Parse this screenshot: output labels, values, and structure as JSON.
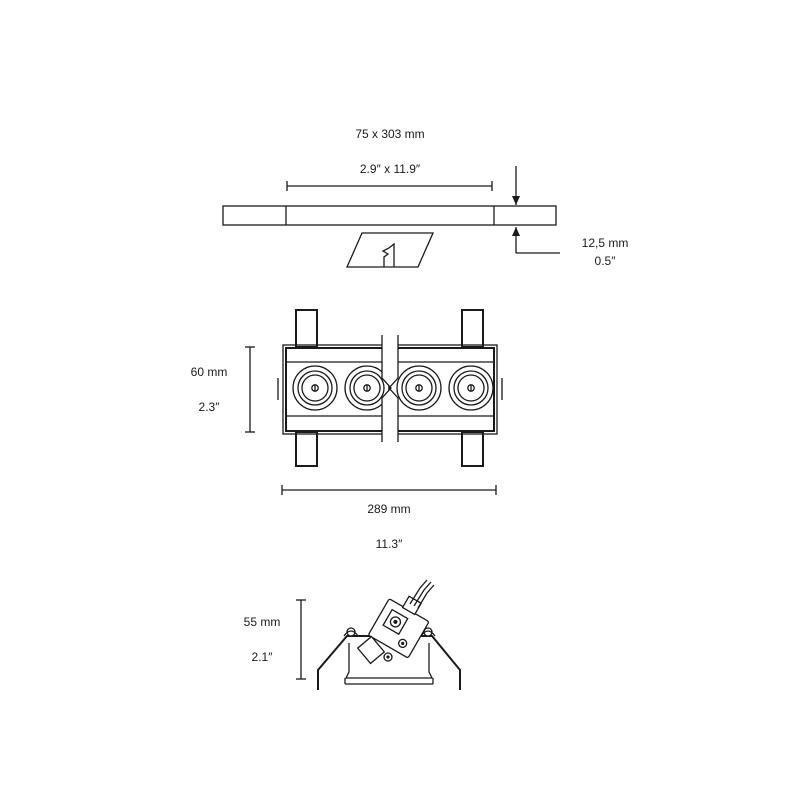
{
  "top_view": {
    "size_mm": "75 x 303 mm",
    "size_in": "2.9″ x 11.9″",
    "depth_mm": "12,5 mm",
    "depth_in": "0.5″"
  },
  "front_view": {
    "height_mm": "60 mm",
    "height_in": "2.3″",
    "width_mm": "289 mm",
    "width_in": "11.3″",
    "lamp_count": 4
  },
  "side_view": {
    "height_mm": "55 mm",
    "height_in": "2.1″"
  },
  "colors": {
    "line": "#1a1a1a",
    "background": "#ffffff"
  }
}
